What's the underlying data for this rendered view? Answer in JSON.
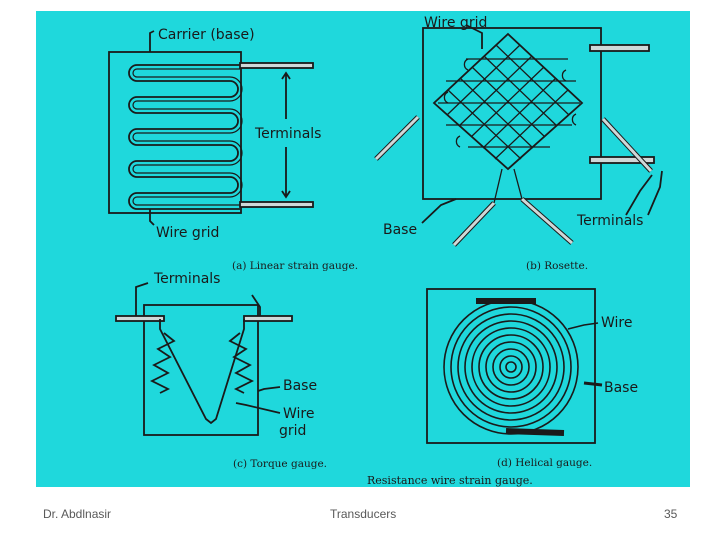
{
  "colors": {
    "background": "#1fd8dc",
    "ink": "#1a1a1a"
  },
  "figure": {
    "gauge_a": {
      "carrier_label": "Carrier (base)",
      "terminals_label": "Terminals",
      "grid_label": "Wire grid",
      "caption": "(a) Linear strain gauge."
    },
    "gauge_b": {
      "grid_label": "Wire grid",
      "base_label": "Base",
      "terminals_label": "Terminals",
      "caption": "(b) Rosette."
    },
    "gauge_c": {
      "terminals_label": "Terminals",
      "base_label": "Base",
      "wire_label_1": "Wire",
      "wire_label_2": "grid",
      "caption": "(c) Torque gauge."
    },
    "gauge_d": {
      "wire_label": "Wire",
      "base_label": "Base",
      "caption": "(d) Helical gauge."
    },
    "main_caption": "Resistance wire strain gauge."
  },
  "footer": {
    "author": "Dr. Abdlnasir",
    "topic": "Transducers",
    "page_number": "35"
  }
}
